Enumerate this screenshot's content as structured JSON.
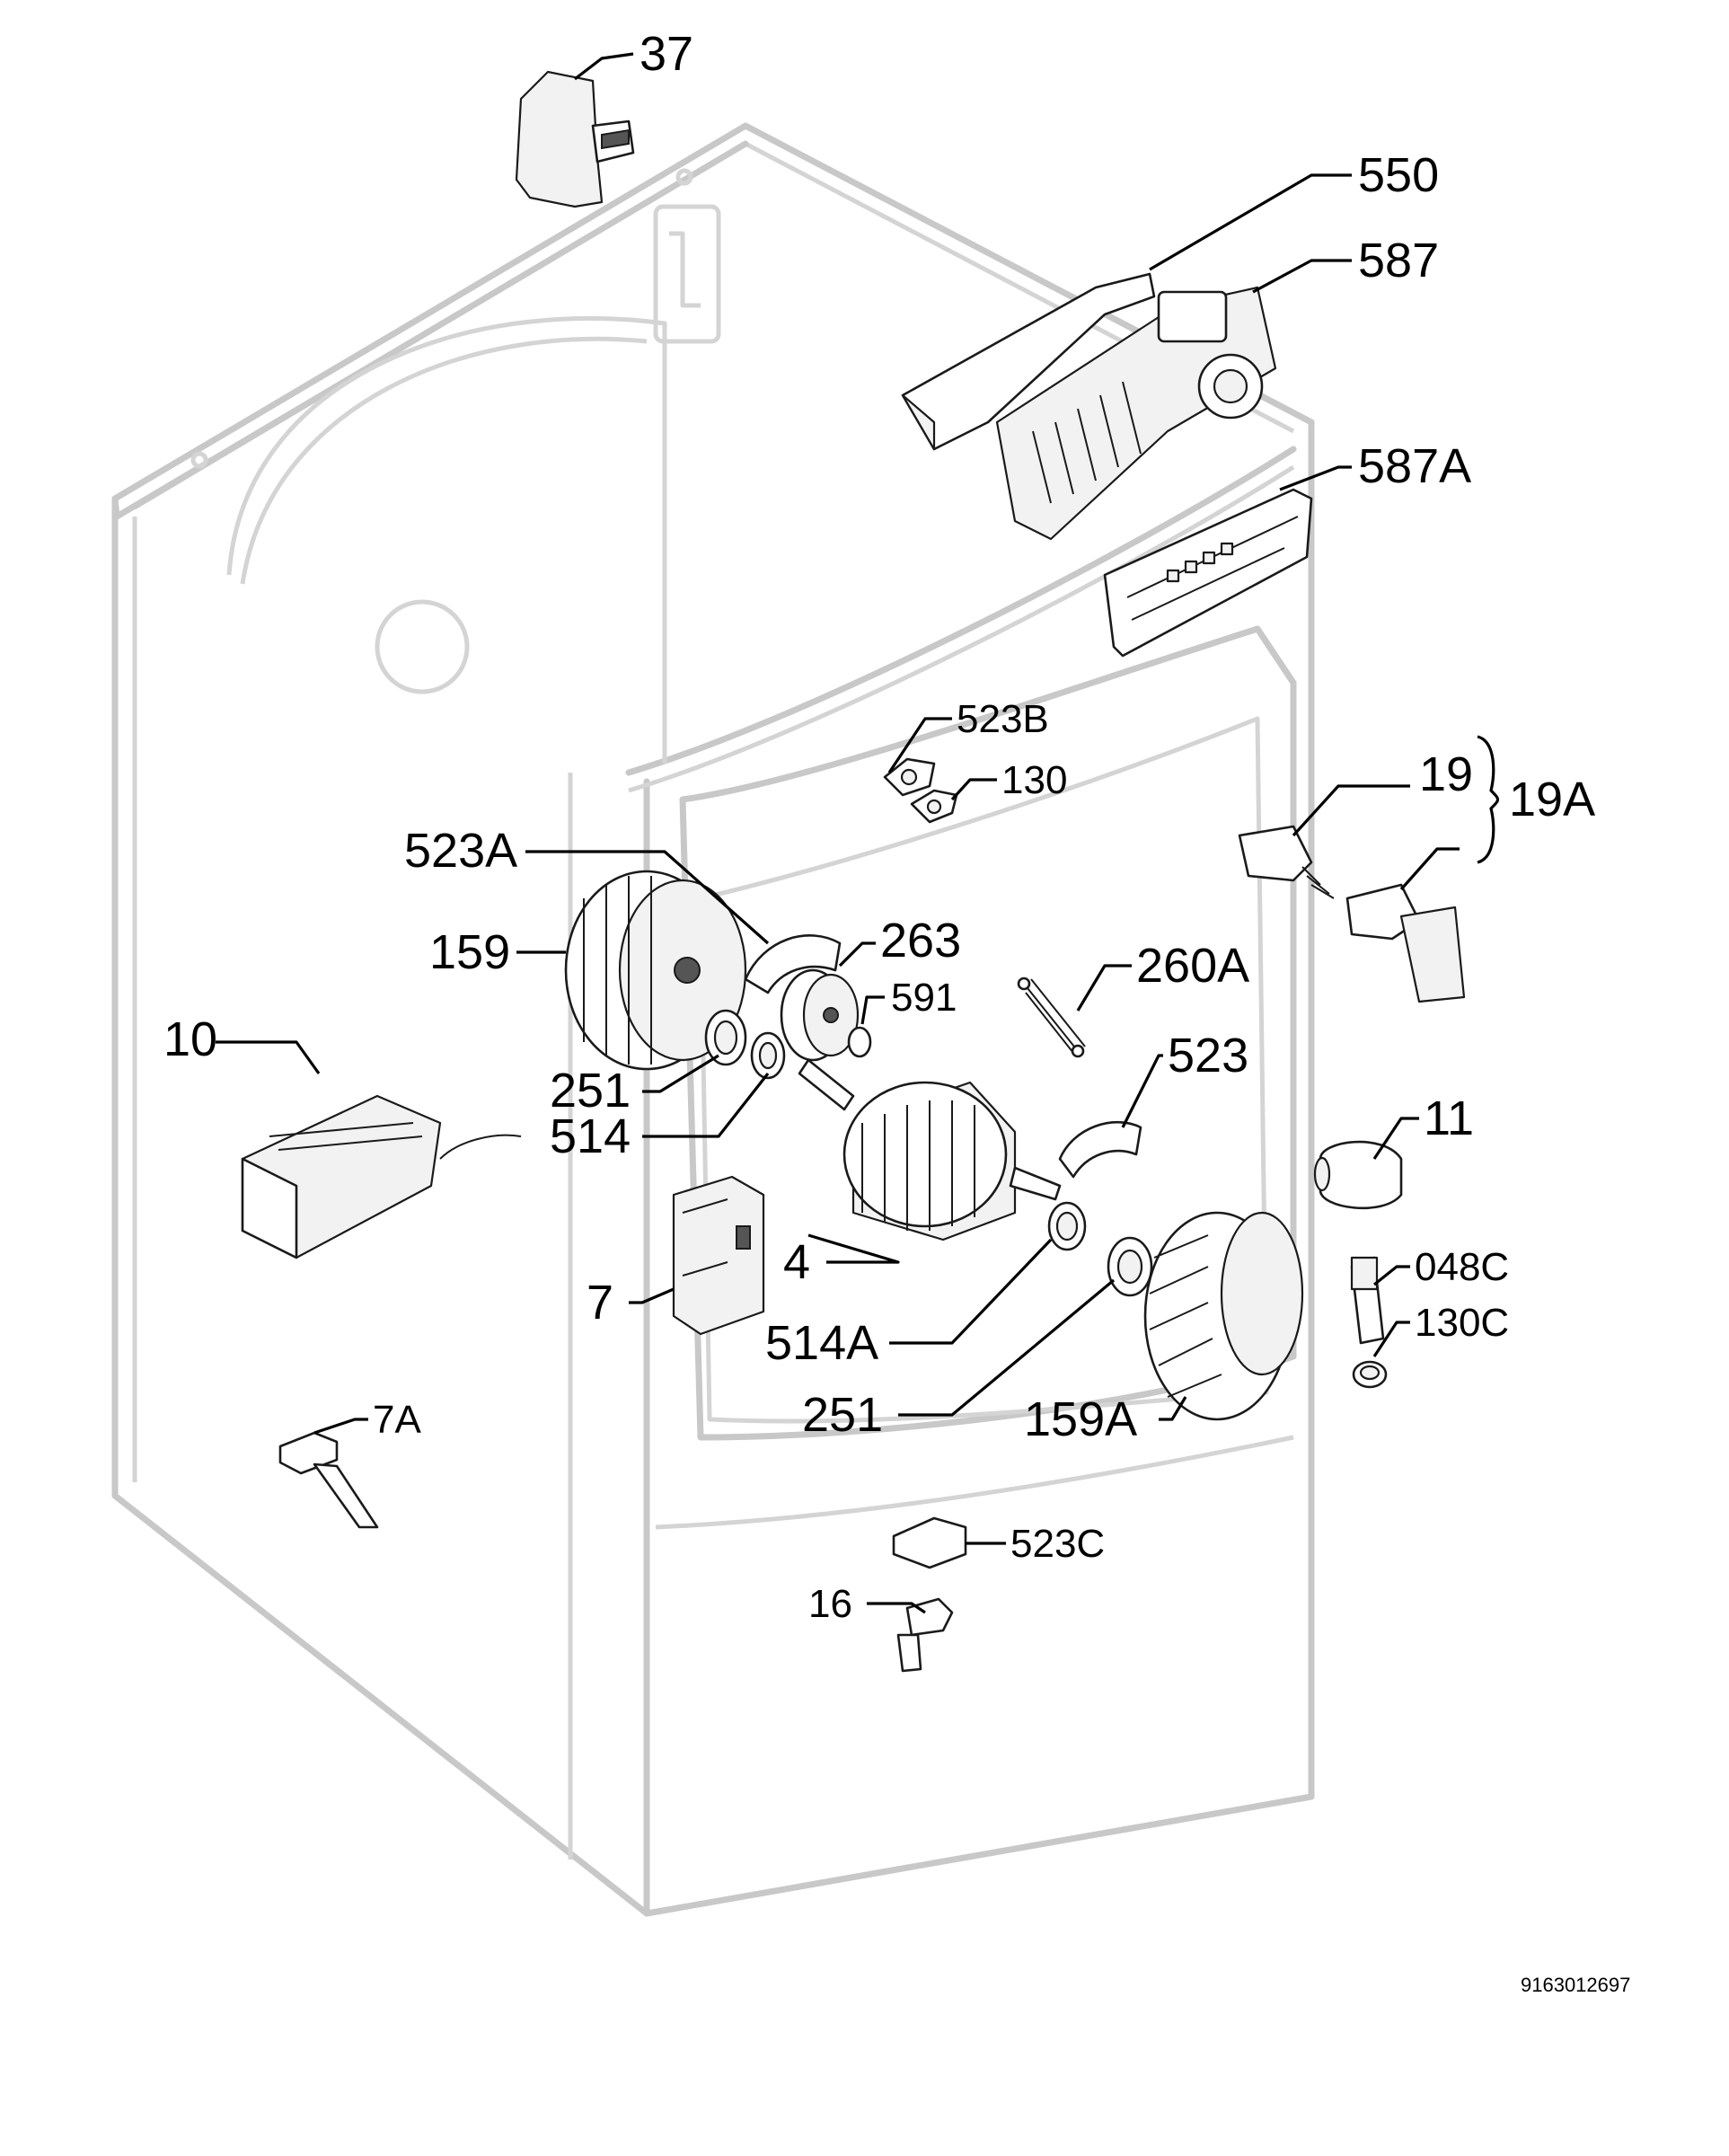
{
  "drawing": {
    "document_number": "9163012697",
    "callouts": [
      {
        "id": "37",
        "label": "37"
      },
      {
        "id": "550",
        "label": "550"
      },
      {
        "id": "587",
        "label": "587"
      },
      {
        "id": "587A",
        "label": "587A"
      },
      {
        "id": "523B",
        "label": "523B"
      },
      {
        "id": "130",
        "label": "130"
      },
      {
        "id": "19",
        "label": "19"
      },
      {
        "id": "19A",
        "label": "19A"
      },
      {
        "id": "523A",
        "label": "523A"
      },
      {
        "id": "263",
        "label": "263"
      },
      {
        "id": "159",
        "label": "159"
      },
      {
        "id": "591",
        "label": "591"
      },
      {
        "id": "260A",
        "label": "260A"
      },
      {
        "id": "10",
        "label": "10"
      },
      {
        "id": "251_top",
        "label": "251"
      },
      {
        "id": "523",
        "label": "523"
      },
      {
        "id": "514",
        "label": "514"
      },
      {
        "id": "11",
        "label": "11"
      },
      {
        "id": "4",
        "label": "4"
      },
      {
        "id": "048C",
        "label": "048C"
      },
      {
        "id": "7",
        "label": "7"
      },
      {
        "id": "130C",
        "label": "130C"
      },
      {
        "id": "514A",
        "label": "514A"
      },
      {
        "id": "251_bottom",
        "label": "251"
      },
      {
        "id": "159A",
        "label": "159A"
      },
      {
        "id": "7A",
        "label": "7A"
      },
      {
        "id": "523C",
        "label": "523C"
      },
      {
        "id": "16",
        "label": "16"
      }
    ]
  }
}
